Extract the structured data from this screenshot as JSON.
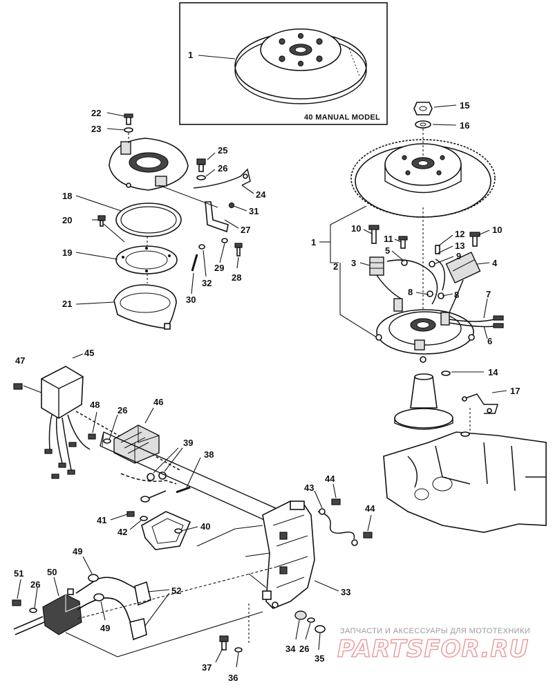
{
  "diagram": {
    "inset_caption": "40 MANUAL MODEL",
    "watermark_text": "ЗАПЧАСТИ И АКСЕССУАРЫ ДЛЯ МОТОТЕХНИКИ",
    "watermark_logo": "PARTSFOR.RU",
    "labels": {
      "l1a": "1",
      "l1b": "1",
      "l2": "2",
      "l3": "3",
      "l4": "4",
      "l5": "5",
      "l6": "6",
      "l7": "7",
      "l8a": "8",
      "l8b": "8",
      "l9": "9",
      "l10a": "10",
      "l10b": "10",
      "l11": "11",
      "l12": "12",
      "l13": "13",
      "l14": "14",
      "l15": "15",
      "l16": "16",
      "l17": "17",
      "l18": "18",
      "l19": "19",
      "l20": "20",
      "l21": "21",
      "l22": "22",
      "l23": "23",
      "l24": "24",
      "l25": "25",
      "l26a": "26",
      "l26b": "26",
      "l26c": "26",
      "l26d": "26",
      "l27": "27",
      "l28": "28",
      "l29": "29",
      "l30": "30",
      "l31": "31",
      "l32": "32",
      "l33": "33",
      "l34": "34",
      "l35": "35",
      "l36": "36",
      "l37": "37",
      "l38": "38",
      "l39": "39",
      "l40": "40",
      "l41": "41",
      "l42": "42",
      "l43": "43",
      "l44a": "44",
      "l44b": "44",
      "l45": "45",
      "l46": "46",
      "l47": "47",
      "l48": "48",
      "l49a": "49",
      "l49b": "49",
      "l50": "50",
      "l51": "51",
      "l52": "52"
    }
  }
}
